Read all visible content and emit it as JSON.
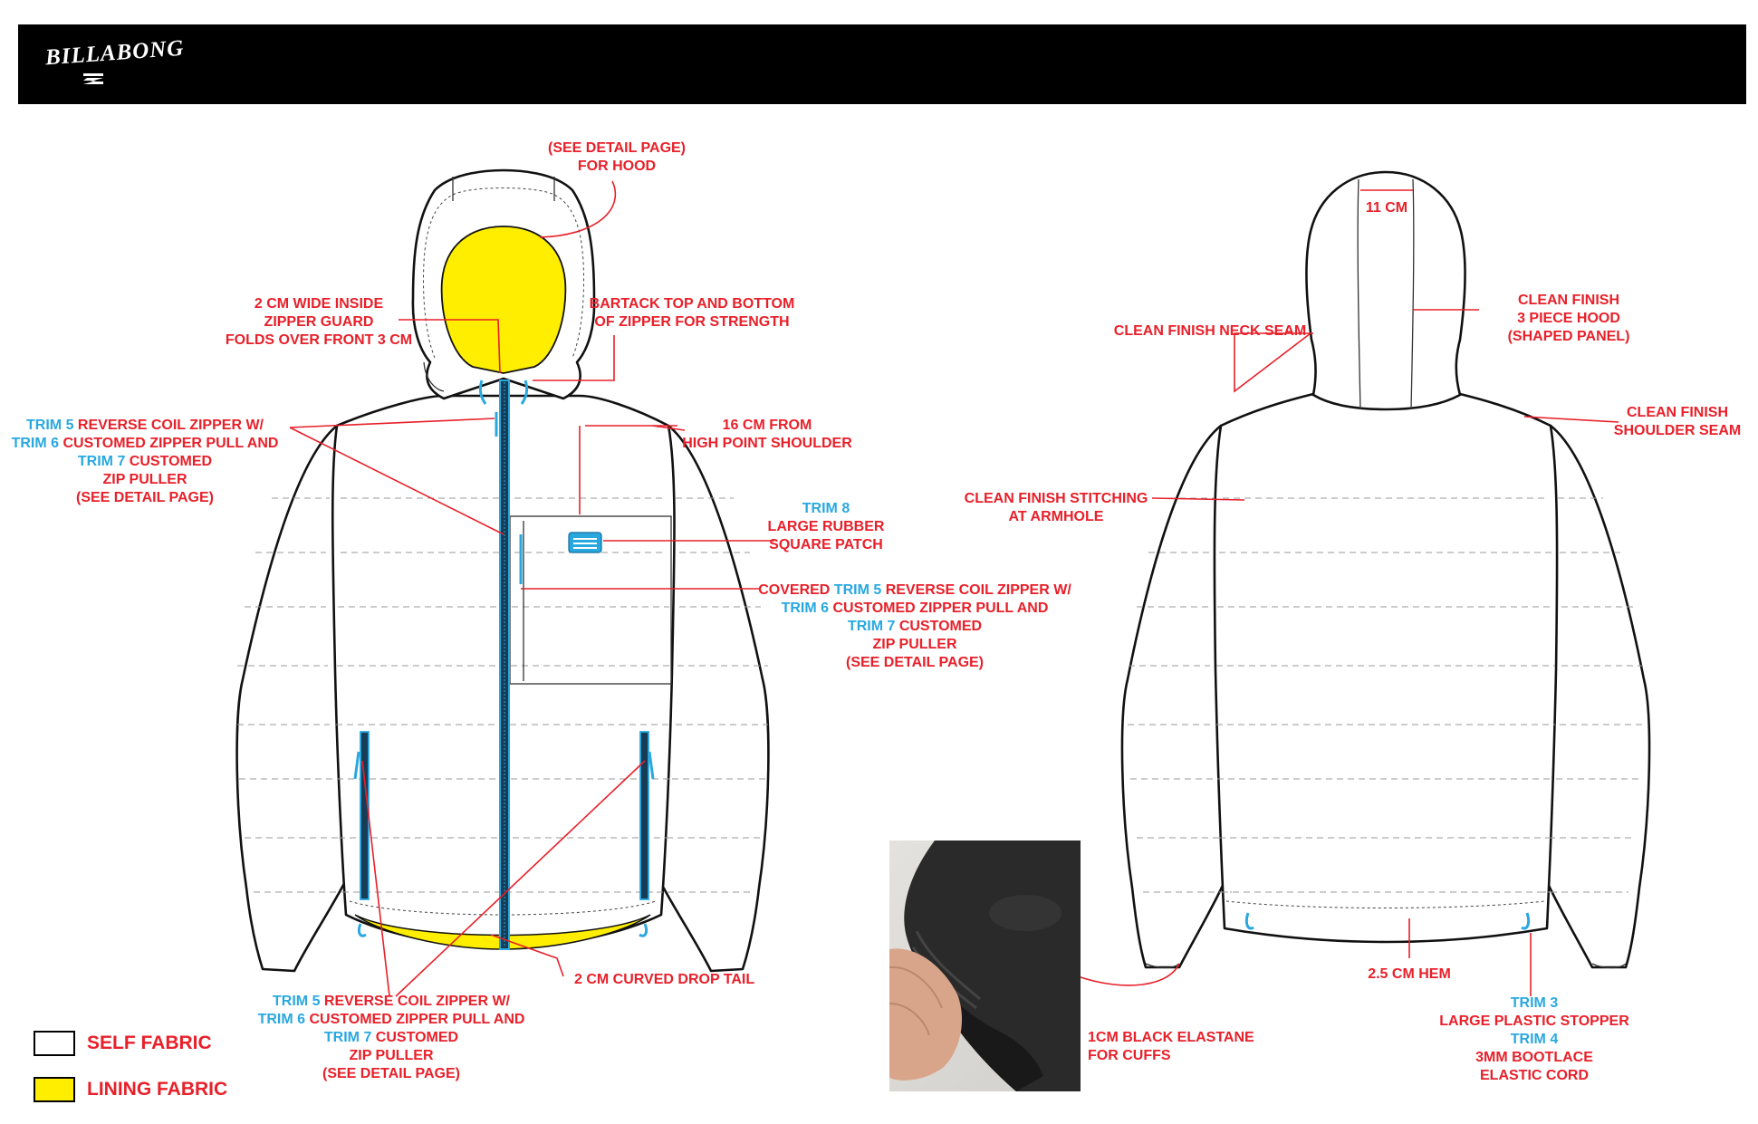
{
  "brand": {
    "logo_text": "BILLABONG"
  },
  "colors": {
    "red": "#e8202a",
    "blue": "#29a8e0",
    "lining": "#ffee00",
    "self": "#ffffff"
  },
  "legend": {
    "self_fabric": "SELF FABRIC",
    "lining_fabric": "LINING FABRIC"
  },
  "front": {
    "hood_note": [
      "(SEE DETAIL PAGE)",
      "FOR HOOD"
    ],
    "zipper_guard": [
      "2 CM  WIDE INSIDE",
      "ZIPPER GUARD",
      "FOLDS OVER FRONT 3 CM"
    ],
    "bartack": [
      "BARTACK TOP AND BOTTOM",
      "OF ZIPPER FOR STRENGTH"
    ],
    "center_zip": {
      "l1_blue": "TRIM 5",
      "l1_red": " REVERSE COIL ZIPPER W/",
      "l2_blue": "TRIM 6",
      "l2_red": " CUSTOMED ZIPPER PULL AND",
      "l3_blue": "TRIM 7",
      "l3_red": " CUSTOMED",
      "l4": "ZIP PULLER",
      "l5": "(SEE DETAIL PAGE)"
    },
    "shoulder": [
      "16 CM FROM",
      "HIGH POINT SHOULDER"
    ],
    "patch": {
      "blue": "TRIM 8",
      "l2": "LARGE RUBBER",
      "l3": "SQUARE PATCH"
    },
    "chest_zip": {
      "l1_red_a": "COVERED ",
      "l1_blue": "TRIM 5",
      "l1_red_b": " REVERSE COIL ZIPPER W/",
      "l2_blue": "TRIM 6",
      "l2_red": " CUSTOMED ZIPPER PULL AND",
      "l3_blue": "TRIM 7",
      "l3_red": " CUSTOMED",
      "l4": "ZIP PULLER",
      "l5": "(SEE DETAIL PAGE)"
    },
    "drop_tail": "2 CM CURVED DROP TAIL",
    "pocket_zip": {
      "l1_blue": "TRIM 5",
      "l1_red": " REVERSE COIL ZIPPER W/",
      "l2_blue": "TRIM 6",
      "l2_red": " CUSTOMED ZIPPER PULL AND",
      "l3_blue": "TRIM 7",
      "l3_red": " CUSTOMED",
      "l4": "ZIP PULLER",
      "l5": "(SEE DETAIL PAGE)"
    }
  },
  "back": {
    "hood_width": "11 CM",
    "hood_panel": [
      "CLEAN FINISH",
      "3 PIECE HOOD",
      "(SHAPED PANEL)"
    ],
    "neck_seam": "CLEAN FINISH NECK SEAM",
    "shoulder_seam": [
      "CLEAN FINISH",
      "SHOULDER SEAM"
    ],
    "armhole": [
      "CLEAN FINISH STITCHING",
      "AT ARMHOLE"
    ],
    "hem": "2.5 CM HEM",
    "stopper": {
      "blue1": "TRIM 3",
      "red1": "LARGE PLASTIC STOPPER",
      "blue2": "TRIM 4",
      "red2": "3MM BOOTLACE",
      "red3": "ELASTIC CORD"
    },
    "cuffs": [
      "1CM BLACK ELASTANE",
      "FOR CUFFS"
    ]
  }
}
